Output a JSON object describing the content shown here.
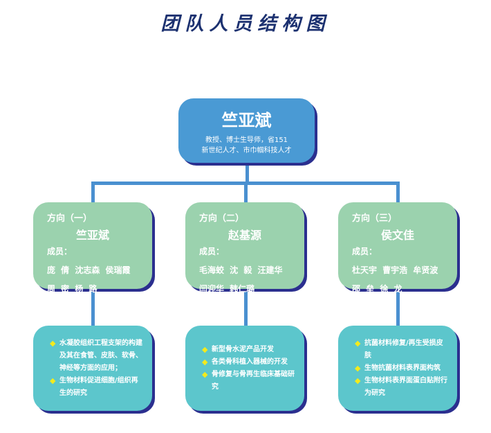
{
  "title": "团队人员结构图",
  "root": {
    "name": "竺亚斌",
    "desc_line1": "教授、博士生导师，省151",
    "desc_line2": "新世纪人才、市巾帼科技人才"
  },
  "directions": [
    {
      "label": "方向（一）",
      "lead": "竺亚斌",
      "members_label": "成员：",
      "row1": "庞 倩 沈志森 侯瑞霞",
      "row2": "周 密 杨 路",
      "research": [
        "水凝胶组织工程支架的构建及其在食管、皮肤、软骨、神经等方面的应用；",
        "生物材料促进细胞/组织再生的研究"
      ]
    },
    {
      "label": "方向（二）",
      "lead": "赵基源",
      "members_label": "成员：",
      "row1": "毛海蛟 沈 毅 汪建华",
      "row2": "闫迎华 韩仁璐",
      "research": [
        "新型骨水泥产品开发",
        "各类骨科植入器械的开发",
        "骨修复与骨再生临床基础研究"
      ]
    },
    {
      "label": "方向（三）",
      "lead": "侯文佳",
      "members_label": "成员：",
      "row1": "杜天宇 曹宇浩 牟贤波",
      "row2": "邵 垒 徐 龙",
      "research": [
        "抗菌材料修复/再生受损皮肤",
        "生物抗菌材料表界面构筑",
        "生物材料表界面蛋白贴附行为研究"
      ]
    }
  ]
}
